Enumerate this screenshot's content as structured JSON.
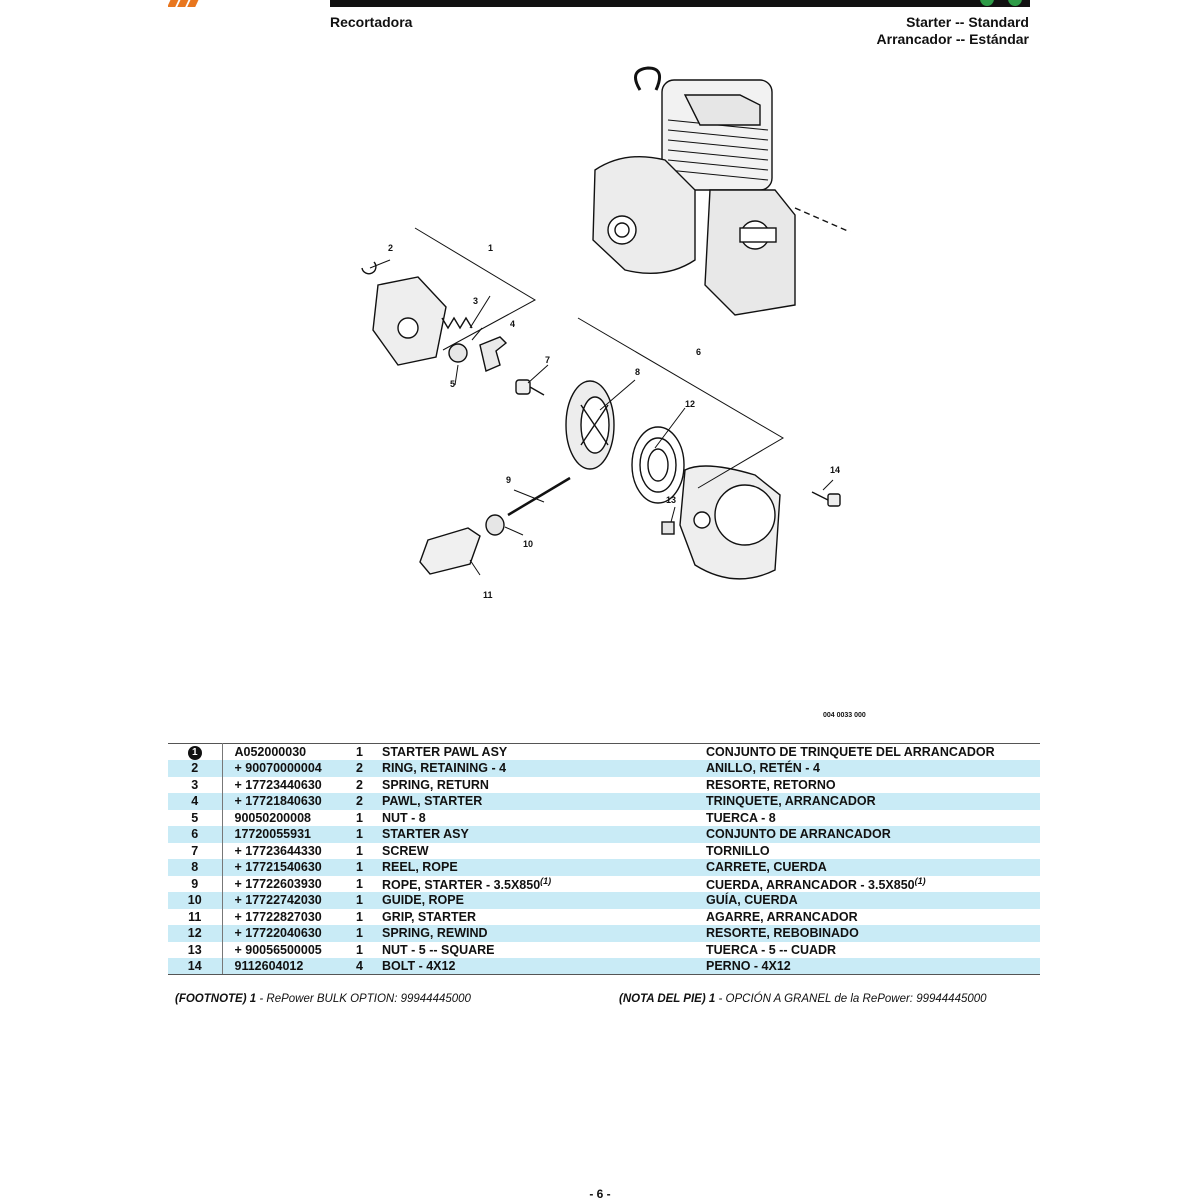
{
  "header": {
    "model": "Recortadora",
    "section_en": "Starter -- Standard",
    "section_es": "Arrancador -- Estándar"
  },
  "diagram": {
    "callouts": [
      "1",
      "2",
      "3",
      "4",
      "5",
      "6",
      "7",
      "8",
      "9",
      "10",
      "11",
      "12",
      "13",
      "14"
    ],
    "figure_code": "004 0033 000"
  },
  "parts": [
    {
      "ref": "1",
      "ref_style": "circled",
      "pn": "A052000030",
      "qty": "1",
      "desc": "STARTER PAWL ASY",
      "desc_es": "CONJUNTO DE TRINQUETE DEL ARRANCADOR"
    },
    {
      "ref": "2",
      "pn": "+ 90070000004",
      "qty": "2",
      "desc": "RING, RETAINING - 4",
      "desc_es": "ANILLO, RETÉN - 4"
    },
    {
      "ref": "3",
      "pn": "+ 17723440630",
      "qty": "2",
      "desc": "SPRING, RETURN",
      "desc_es": "RESORTE, RETORNO"
    },
    {
      "ref": "4",
      "pn": "+ 17721840630",
      "qty": "2",
      "desc": "PAWL, STARTER",
      "desc_es": "TRINQUETE, ARRANCADOR"
    },
    {
      "ref": "5",
      "pn": "90050200008",
      "qty": "1",
      "desc": "NUT - 8",
      "desc_es": "TUERCA - 8"
    },
    {
      "ref": "6",
      "pn": "17720055931",
      "qty": "1",
      "desc": "STARTER ASY",
      "desc_es": "CONJUNTO DE ARRANCADOR"
    },
    {
      "ref": "7",
      "pn": "+ 17723644330",
      "qty": "1",
      "desc": "SCREW",
      "desc_es": "TORNILLO"
    },
    {
      "ref": "8",
      "pn": "+ 17721540630",
      "qty": "1",
      "desc": "REEL, ROPE",
      "desc_es": "CARRETE, CUERDA"
    },
    {
      "ref": "9",
      "pn": "+ 17722603930",
      "qty": "1",
      "desc": "ROPE, STARTER - 3.5X850",
      "desc_es": "CUERDA, ARRANCADOR - 3.5X850",
      "note": "(1)"
    },
    {
      "ref": "10",
      "pn": "+ 17722742030",
      "qty": "1",
      "desc": "GUIDE, ROPE",
      "desc_es": "GUÍA, CUERDA"
    },
    {
      "ref": "11",
      "pn": "+ 17722827030",
      "qty": "1",
      "desc": "GRIP, STARTER",
      "desc_es": "AGARRE, ARRANCADOR"
    },
    {
      "ref": "12",
      "pn": "+ 17722040630",
      "qty": "1",
      "desc": "SPRING, REWIND",
      "desc_es": "RESORTE, REBOBINADO"
    },
    {
      "ref": "13",
      "pn": "+ 90056500005",
      "qty": "1",
      "desc": "NUT - 5 -- SQUARE",
      "desc_es": "TUERCA - 5 -- CUADR"
    },
    {
      "ref": "14",
      "pn": "9112604012",
      "qty": "4",
      "desc": "BOLT - 4X12",
      "desc_es": "PERNO - 4X12"
    }
  ],
  "footnote": {
    "label_en": "(FOOTNOTE)",
    "num_en": "1",
    "text_en": "- RePower BULK OPTION: 99944445000",
    "label_es": "(NOTA DEL PIE)",
    "num_es": "1",
    "text_es": "- OPCIÓN A GRANEL de la RePower: 99944445000"
  },
  "page": "- 6 -",
  "colors": {
    "brand_orange": "#e8761e",
    "row_highlight": "#c9ebf6",
    "brand_green": "#2e9b47"
  }
}
